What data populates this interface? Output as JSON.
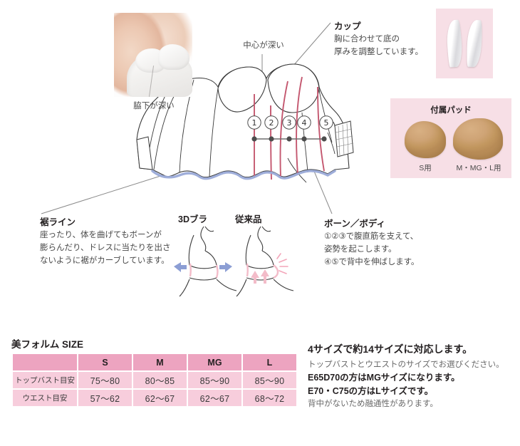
{
  "photo": {
    "caption": "脇下が深い"
  },
  "callouts": {
    "center": {
      "label": "中心が深い"
    },
    "cup": {
      "title": "カップ",
      "line1": "胸に合わせて底の",
      "line2": "厚みを調整しています。"
    },
    "hem": {
      "title": "裾ライン",
      "line1": "座ったり、体を曲げてもボーンが",
      "line2": "膨らんだり、ドレスに当たりを出さ",
      "line3": "ないように裾がカーブしています。"
    },
    "bone": {
      "title": "ボーン／ボディ",
      "line1": "①②③で腹直筋を支えて、",
      "line2": "姿勢を起こします。",
      "line3": "④⑤で背中を伸ばします。"
    }
  },
  "bone_markers": [
    "①",
    "②",
    "③",
    "④",
    "⑤"
  ],
  "pads": {
    "title": "付属パッド",
    "small_label": "S用",
    "large_label": "M・MG・L用"
  },
  "comparison": {
    "new_label": "3Dブラ",
    "old_label": "従来品"
  },
  "size_section": {
    "title": "美フォルム SIZE",
    "corner": "",
    "columns": [
      "S",
      "M",
      "MG",
      "L"
    ],
    "rows": [
      {
        "header": "トップバスト目安",
        "values": [
          "75〜80",
          "80〜85",
          "85〜90",
          "85〜90"
        ]
      },
      {
        "header": "ウエスト目安",
        "values": [
          "57〜62",
          "62〜67",
          "62〜67",
          "68〜72"
        ]
      }
    ]
  },
  "info": {
    "heading": "4サイズで約14サイズに対応します。",
    "line1": "トップバストとウエストのサイズでお選びください。",
    "line2": "E65D70の方はMGサイズになります。",
    "line3": "E70・C75の方はLサイズです。",
    "line4": "背中がないため融通性があります。"
  },
  "colors": {
    "pink_panel": "#f7dfe6",
    "table_header": "#eda4c0",
    "table_cell": "#f7cddc",
    "bone_line": "#c4576f",
    "hem_line": "#9aaad8",
    "arrow_blue": "#8c9ed4",
    "arrow_pink": "#f3bcc9",
    "outline": "#3a3a3a"
  }
}
